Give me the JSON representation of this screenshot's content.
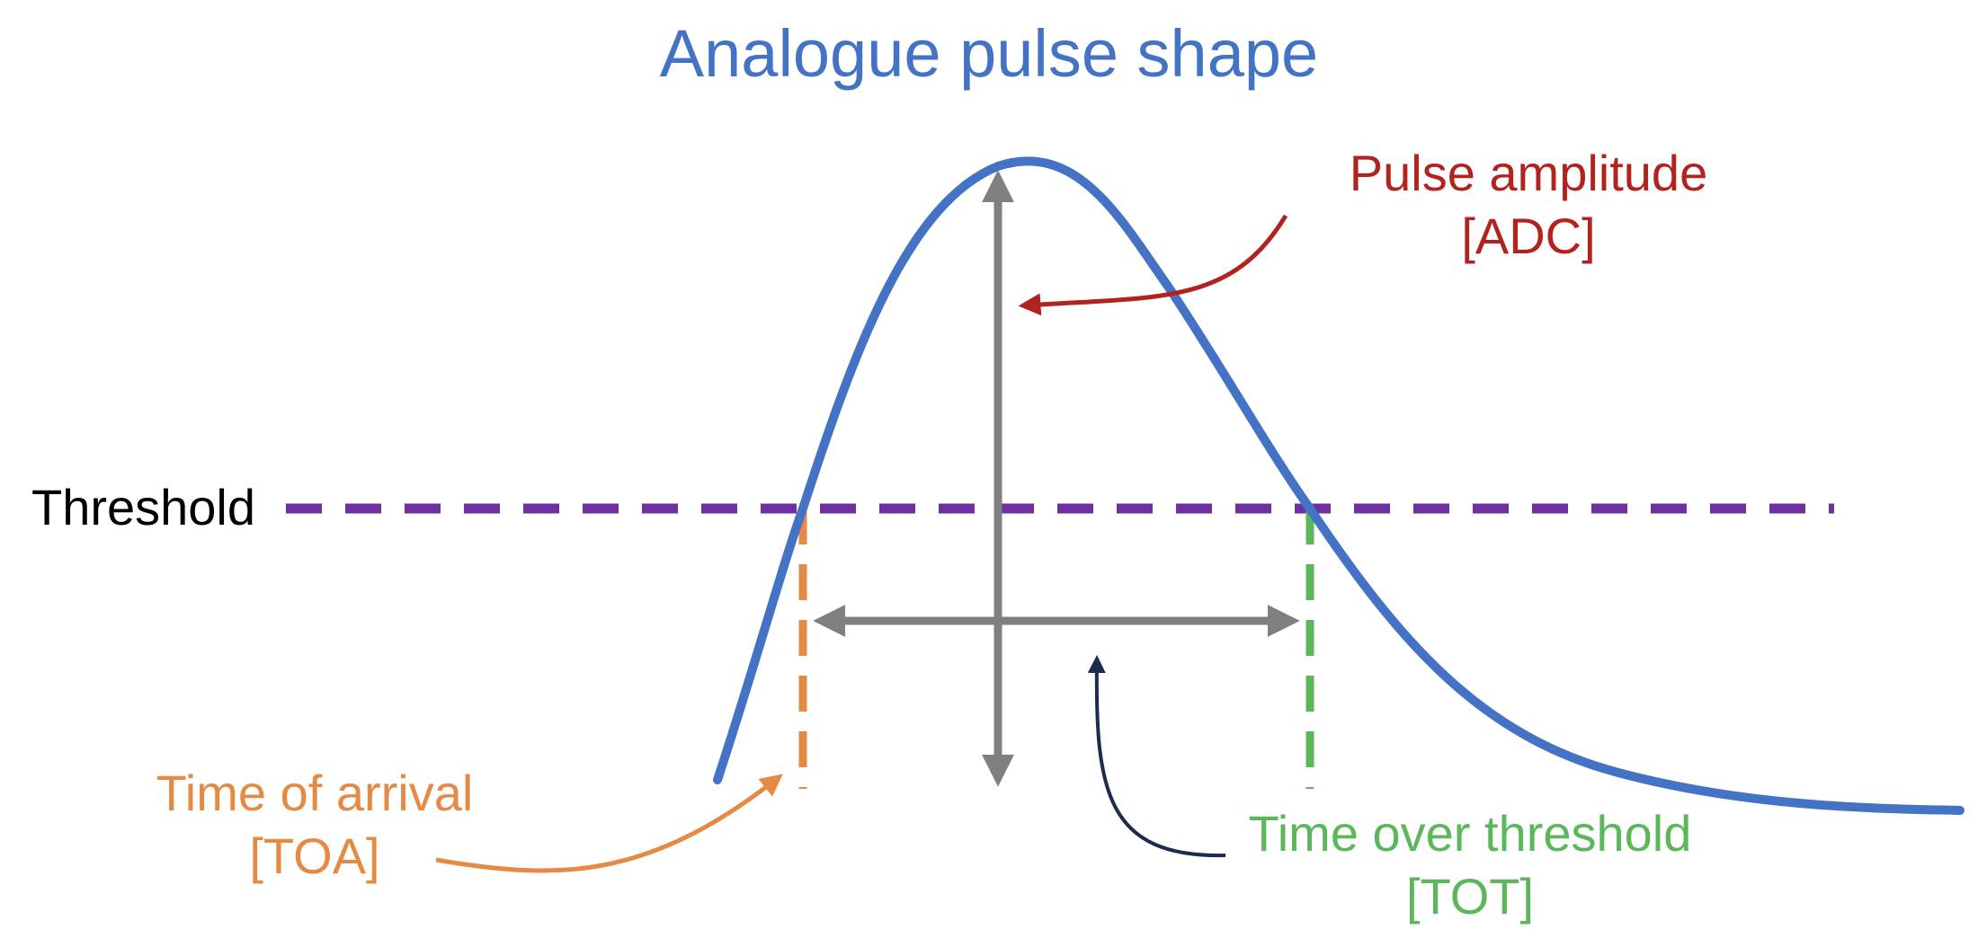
{
  "title": "Analogue pulse shape",
  "threshold_label": "Threshold",
  "annotations": {
    "pulse_amplitude": {
      "line1": "Pulse amplitude",
      "line2": "[ADC]"
    },
    "time_of_arrival": {
      "line1": "Time of arrival",
      "line2": "[TOA]"
    },
    "time_over_threshold": {
      "line1": "Time over threshold",
      "line2": "[TOT]"
    }
  },
  "colors": {
    "pulse": "#4472c4",
    "threshold": "#7030a0",
    "toa": "#e58a45",
    "tot": "#5cb65a",
    "amplitude": "#b2231f",
    "arrows": "#808080",
    "tot_pointer": "#1f2a4f"
  }
}
